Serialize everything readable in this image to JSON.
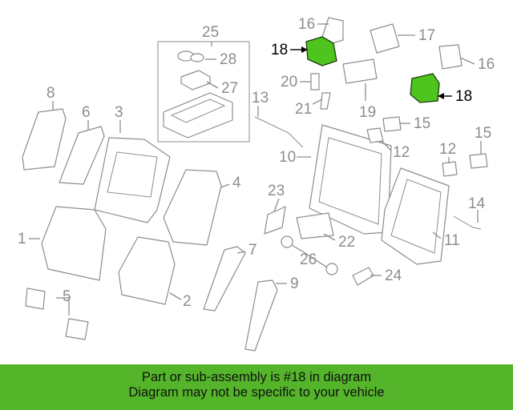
{
  "callouts": {
    "c1": "1",
    "c2": "2",
    "c3": "3",
    "c4": "4",
    "c5": "5",
    "c6": "6",
    "c7": "7",
    "c8": "8",
    "c9": "9",
    "c10": "10",
    "c11": "11",
    "c12a": "12",
    "c12b": "12",
    "c13": "13",
    "c14": "14",
    "c15a": "15",
    "c15b": "15",
    "c16a": "16",
    "c16b": "16",
    "c17": "17",
    "c18a": "18",
    "c18b": "18",
    "c19": "19",
    "c20": "20",
    "c21": "21",
    "c22": "22",
    "c23": "23",
    "c24": "24",
    "c25": "25",
    "c26": "26",
    "c27": "27",
    "c28": "28"
  },
  "highlight": {
    "part_number": "18",
    "color": "#4ec41e"
  },
  "footer": {
    "line1": "Part or sub-assembly is #18 in diagram",
    "line2": "Diagram may not be specific to your vehicle",
    "background": "#54b52a"
  }
}
